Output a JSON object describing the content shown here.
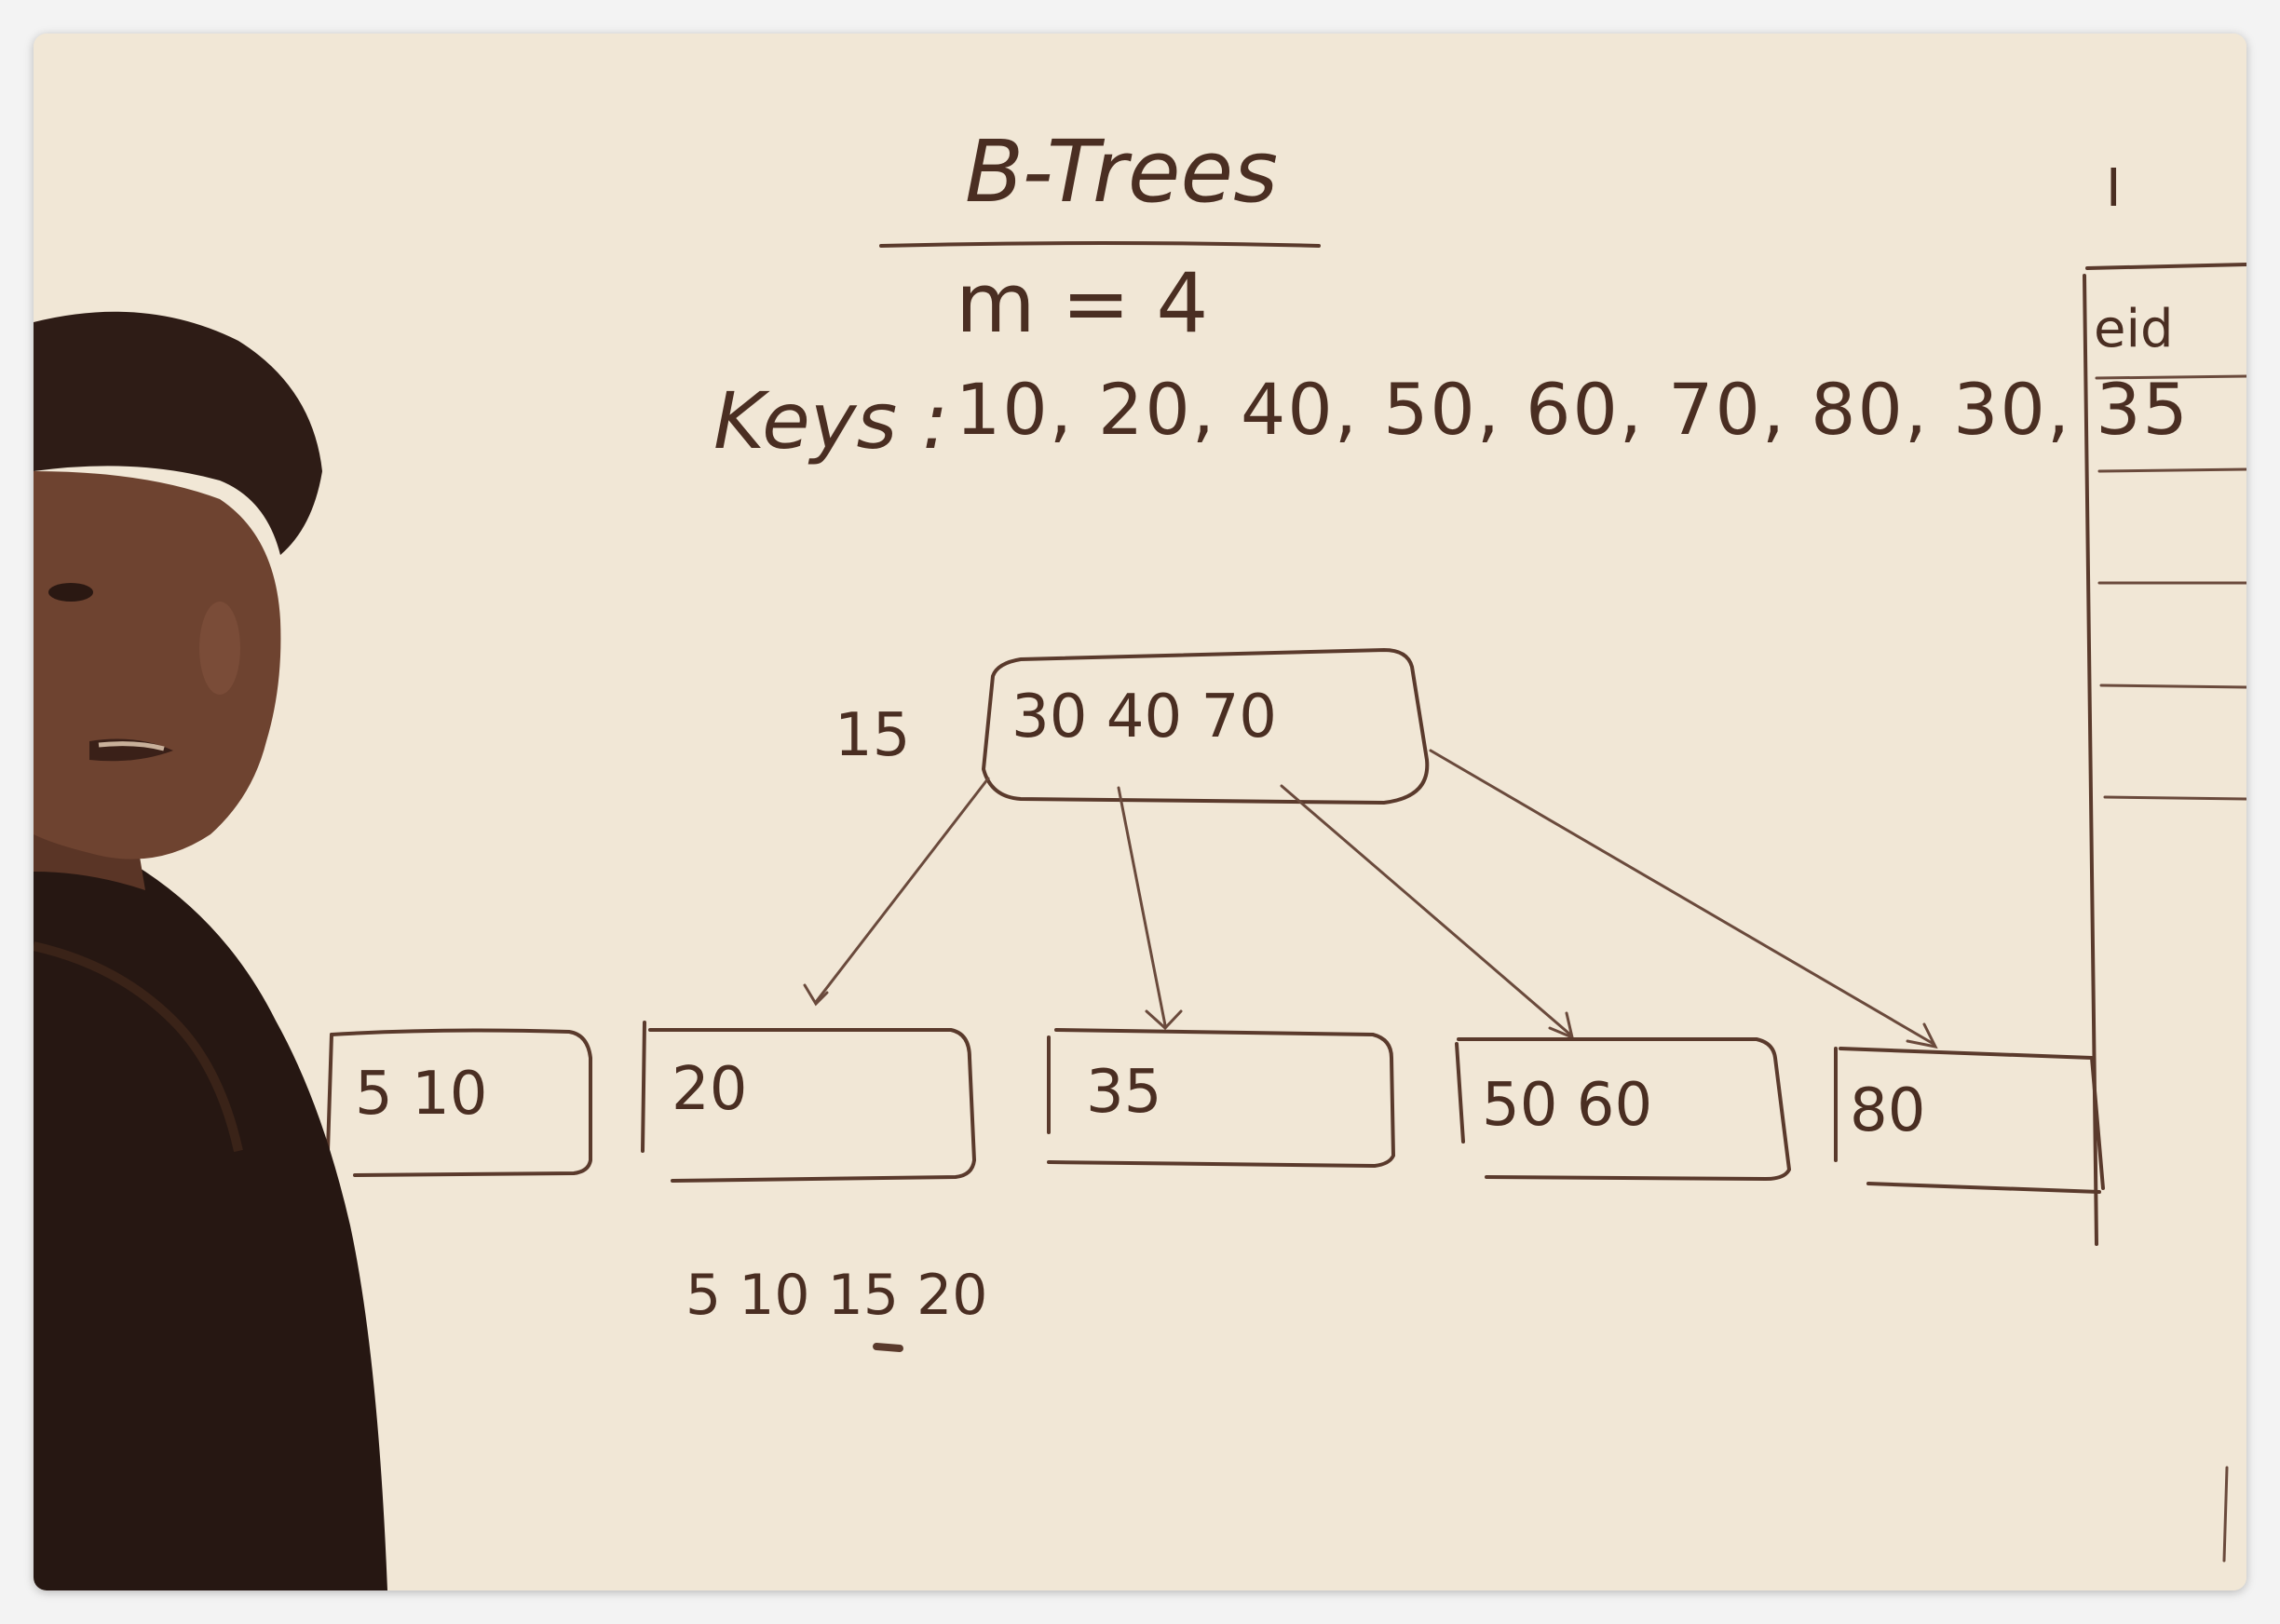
{
  "board": {
    "title": "B-Trees",
    "order": "m = 4",
    "keys_label": "Keys :",
    "keys_values": "10, 20, 40, 50, 60, 70, 80, 30, 35",
    "pending_key": "15",
    "root_node": {
      "keys": "30 40 70"
    },
    "leaf_nodes": [
      {
        "keys": "5 10"
      },
      {
        "keys": "20"
      },
      {
        "keys": "35"
      },
      {
        "keys": "50 60"
      },
      {
        "keys": "80"
      }
    ],
    "working_note": "5 10 15 20",
    "side_panel": {
      "heading": "I",
      "row_label": "eid"
    }
  },
  "colors": {
    "whiteboard": "#f1e7d6",
    "marker": "#4a2e22",
    "person_shirt": "#261712",
    "person_skin": "#6e4330",
    "person_hair": "#2e1c16"
  }
}
